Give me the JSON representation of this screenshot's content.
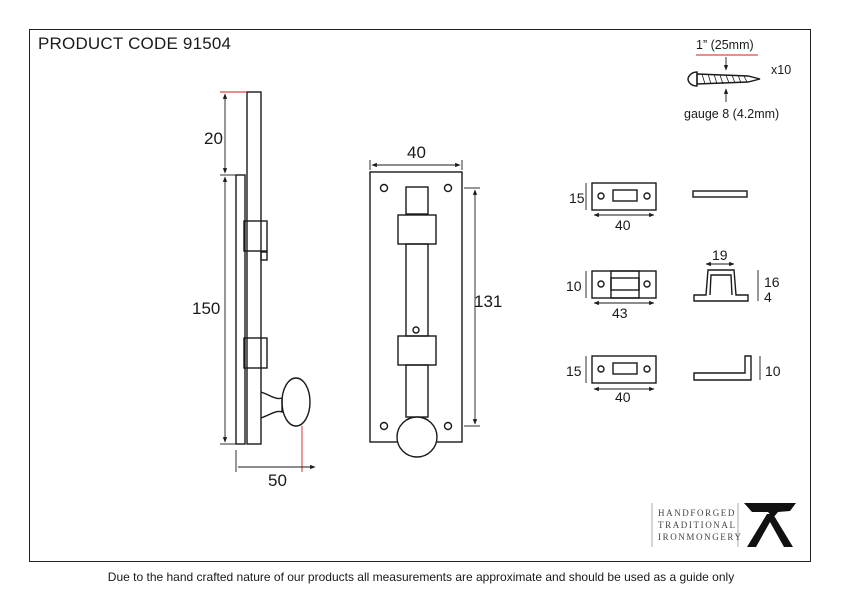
{
  "product": {
    "code": "PRODUCT CODE 91504"
  },
  "screw": {
    "length": "1” (25mm)",
    "quantity": "x10",
    "gauge": "gauge 8 (4.2mm)"
  },
  "side_view": {
    "top_offset": "20",
    "height": "150",
    "projection": "50"
  },
  "front_view": {
    "width": "40",
    "height": "131"
  },
  "keeps": {
    "keep_1": {
      "height": "15",
      "width": "40"
    },
    "keep_2": {
      "height": "10",
      "width": "43",
      "staple_width": "19",
      "staple_height": "16",
      "staple_flange": "4"
    },
    "keep_3": {
      "height": "15",
      "width": "40",
      "angle_height": "10"
    }
  },
  "logo": {
    "line1": "HANDFORGED",
    "line2": "TRADITIONAL",
    "line3": "IRONMONGERY"
  },
  "footer": {
    "disclaimer": "Due to the hand crafted nature of our products all measurements are approximate and should be used as a guide only"
  },
  "colors": {
    "line": "#1a1a1a",
    "accent": "#d01c1c",
    "background": "#ffffff"
  }
}
